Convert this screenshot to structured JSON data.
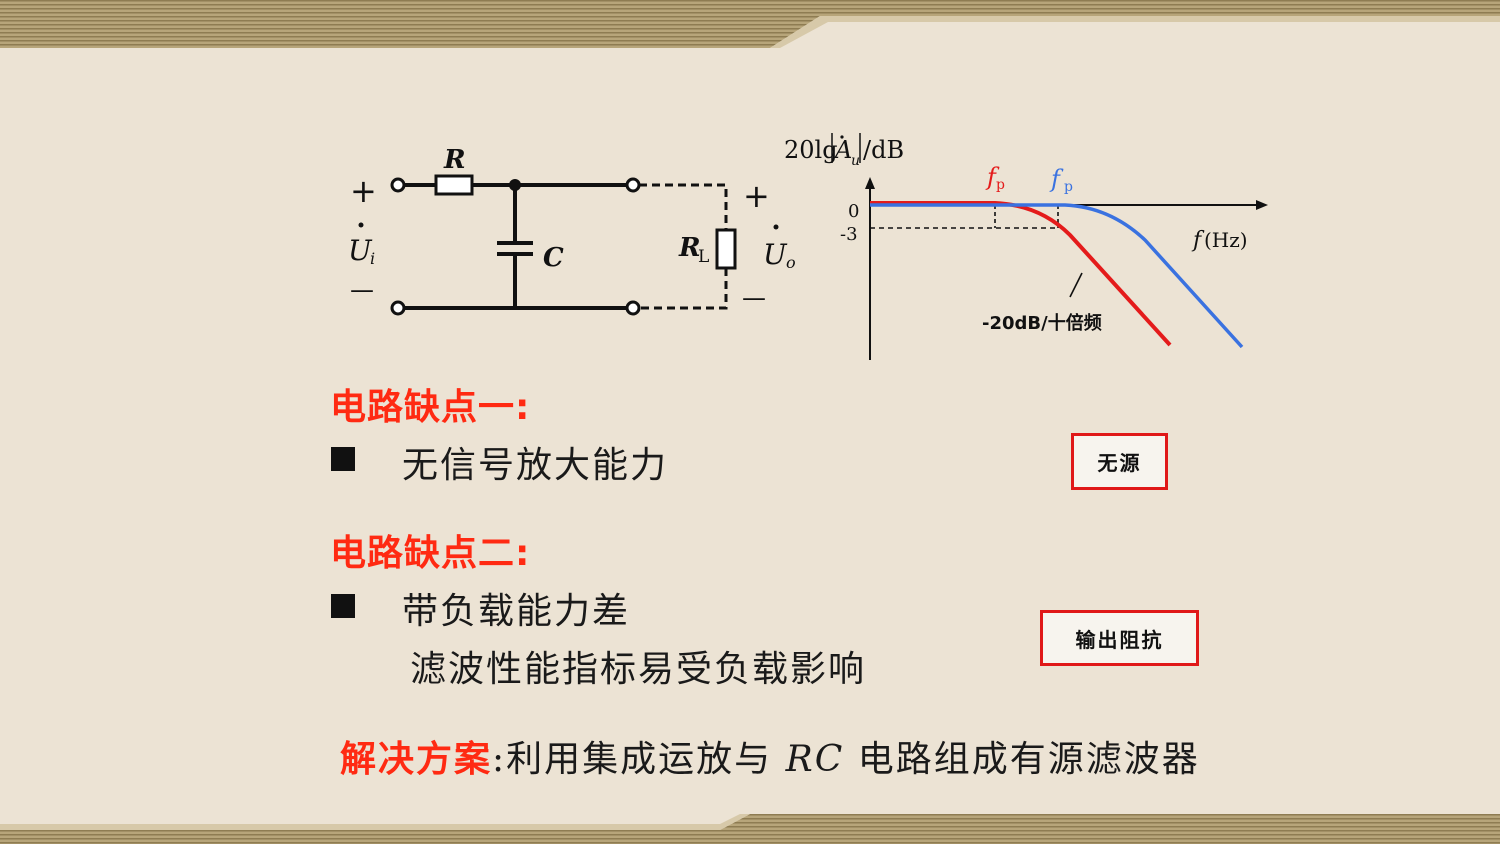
{
  "circuit": {
    "resistor_label": "R",
    "capacitor_label": "C",
    "load_label_main": "R",
    "load_label_sub": "L",
    "input_plus": "+",
    "input_minus": "—",
    "input_label_main": "U",
    "input_label_sub": "i",
    "output_plus": "+",
    "output_minus": "—",
    "output_label_main": "U",
    "output_label_sub": "o"
  },
  "bode": {
    "ylabel_prefix": "20lg",
    "ylabel_main": "A",
    "ylabel_sub": "u",
    "ylabel_unit": "/dB",
    "tick_zero": "0",
    "tick_minus3": "-3",
    "fp_red_main": "f",
    "fp_red_sub": "p",
    "fp_blue_main": "f",
    "fp_blue_sub": "p",
    "xlabel_main": "f",
    "xlabel_unit": "(Hz)",
    "slope_label": "-20dB/十倍频",
    "colors": {
      "red_curve": "#e41b1b",
      "blue_curve": "#3a72e0"
    }
  },
  "sections": {
    "drawback1_title": "电路缺点一:",
    "drawback1_item": "无信号放大能力",
    "drawback2_title": "电路缺点二:",
    "drawback2_item1": "带负载能力差",
    "drawback2_item2": "滤波性能指标易受负载影响",
    "solution_label": "解决方案",
    "solution_colon": ":",
    "solution_text_a": "利用集成运放与 ",
    "solution_text_rc": "RC",
    "solution_text_b": " 电路组成有源滤波器"
  },
  "tags": {
    "passive": "无源",
    "output_impedance": "输出阻抗"
  },
  "colors": {
    "background": "#ece3d4",
    "heading": "#ff2a12",
    "tag_border": "#e01818"
  }
}
